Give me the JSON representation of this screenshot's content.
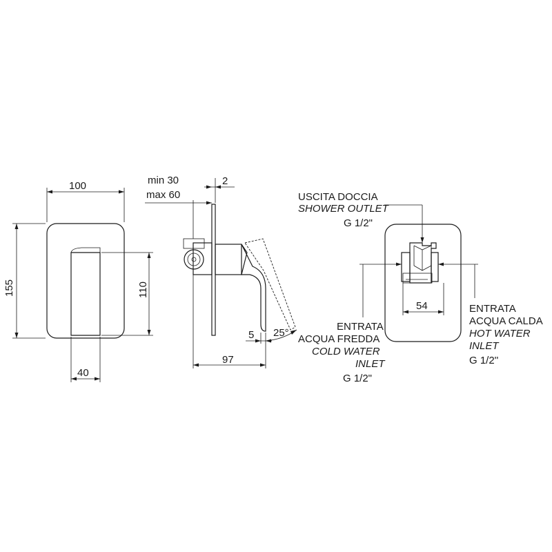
{
  "front_view": {
    "dim_width": "100",
    "dim_height": "155",
    "dim_handle_height": "110",
    "dim_handle_width": "40"
  },
  "side_view": {
    "dim_min": "min 30",
    "dim_max": "max 60",
    "dim_plate": "2",
    "dim_depth": "97",
    "dim_gap": "5",
    "dim_angle": "25°"
  },
  "connection_view": {
    "outlet_it": "USCITA DOCCIA",
    "outlet_en": "SHOWER OUTLET",
    "outlet_size": "G 1/2\"",
    "dim_spacing": "54",
    "cold_it_1": "ENTRATA",
    "cold_it_2": "ACQUA FREDDA",
    "cold_en_1": "COLD WATER",
    "cold_en_2": "INLET",
    "cold_size": "G 1/2\"",
    "hot_it_1": "ENTRATA",
    "hot_it_2": "ACQUA CALDA",
    "hot_en_1": "HOT WATER",
    "hot_en_2": "INLET",
    "hot_size": "G 1/2''"
  }
}
